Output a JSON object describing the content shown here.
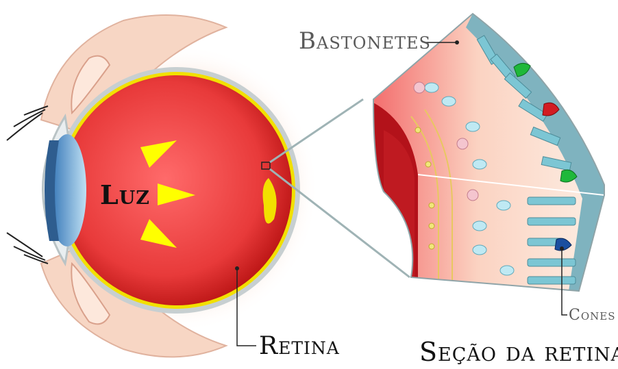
{
  "labels": {
    "bastonetes": "Bastonetes",
    "cones": "Cones",
    "luz": "Luz",
    "retina": "Retina",
    "secao": "Seção da retina"
  },
  "colors": {
    "eyeball": "#e83a3a",
    "sclera": "#b9c3c5",
    "light": "#ffff00",
    "retina_line": "#f2e000",
    "rod": "#7cc6d4",
    "cone_green": "#1fb83a",
    "cone_red": "#d21c22",
    "cone_blue": "#1a4fa0"
  }
}
